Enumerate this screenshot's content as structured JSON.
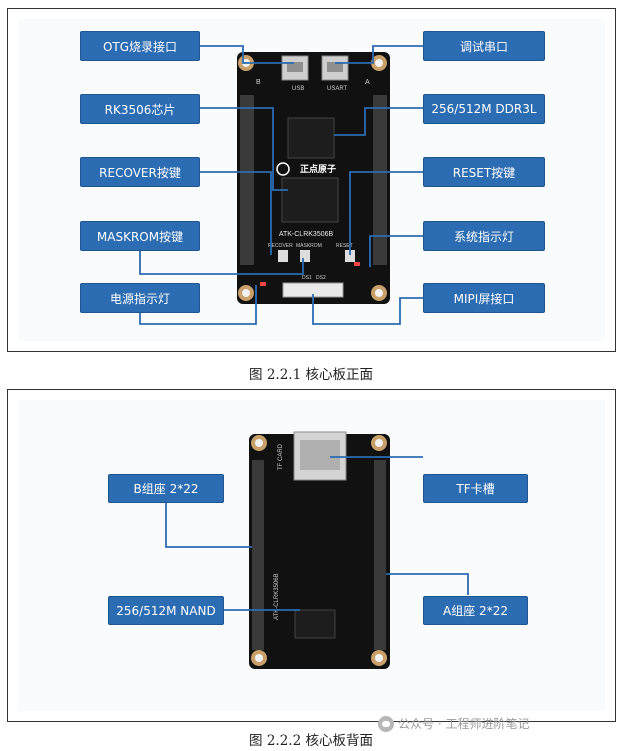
{
  "figure1": {
    "caption": "图  2.2.1  核心板正面",
    "board": {
      "silkscreen_model": "ATK-CLRK3506B",
      "brand_text": "正点原子",
      "port_usb": "USB",
      "port_usart": "USART",
      "btn_recover": "RECOVER",
      "btn_maskrom": "MASKROM",
      "btn_reset": "RESET",
      "ds1": "DS1",
      "ds2": "DS2",
      "row_b": "B",
      "row_a": "A"
    },
    "callouts": {
      "otg": "OTG烧录接口",
      "debug": "调试串口",
      "soc": "RK3506芯片",
      "ddr": "256/512M DDR3L",
      "recover": "RECOVER按键",
      "reset": "RESET按键",
      "maskrom": "MASKROM按键",
      "sysled": "系统指示灯",
      "pwrled": "电源指示灯",
      "mipi": "MIPI屏接口"
    }
  },
  "figure2": {
    "caption": "图  2.2.2  核心板背面",
    "board": {
      "silkscreen_model": "ATK-CLRK3506B",
      "tf_text": "TF CARD"
    },
    "callouts": {
      "bsock": "B组座 2*22",
      "tf": "TF卡槽",
      "nand": "256/512M NAND",
      "asock": "A组座 2*22"
    }
  },
  "watermark": {
    "text": "公众号 · 工程师进阶笔记"
  },
  "colors": {
    "callout_fill": "#2c6cb2",
    "board_black": "#111111",
    "gold_pad": "#c9a06a"
  }
}
